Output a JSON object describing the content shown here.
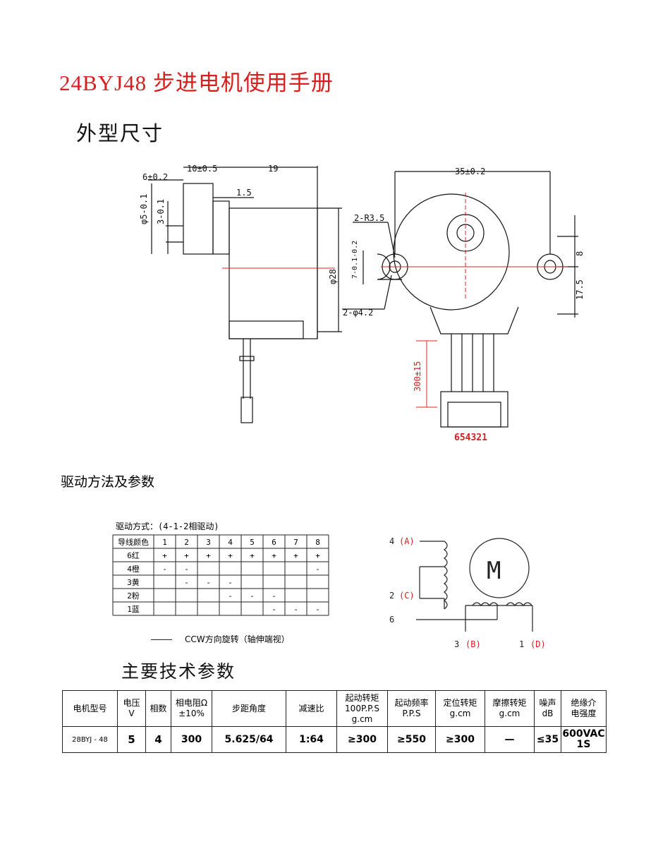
{
  "document": {
    "title": "24BYJ48  步进电机使用手册",
    "section_dimensions": "外型尺寸",
    "section_drive": "驱动方法及参数",
    "section_params": "主要技术参数"
  },
  "drawing": {
    "dims": {
      "d1": "6±0.2",
      "d2": "10±0.5",
      "d3": "19",
      "d4": "1.5",
      "d5": "φ5-0.1",
      "d6": "3-0.1",
      "d7": "φ28",
      "d8": "35±0.2",
      "d9": "2-R3.5",
      "d10": "7-0.1-0.2",
      "d11": "2-φ4.2",
      "d12": "8",
      "d13": "17.5",
      "d14": "300±15",
      "connector": "654321"
    },
    "colors": {
      "outline": "#111111",
      "centerline": "#e02020",
      "dim_red": "#d02020"
    }
  },
  "drive": {
    "caption": "驱动方式：(4-1-2相驱动)",
    "header": [
      "导线颜色",
      "1",
      "2",
      "3",
      "4",
      "5",
      "6",
      "7",
      "8"
    ],
    "rows": [
      [
        "6红",
        "+",
        "+",
        "+",
        "+",
        "+",
        "+",
        "+",
        "+"
      ],
      [
        "4橙",
        "-",
        "-",
        "",
        "",
        "",
        "",
        "",
        "-"
      ],
      [
        "3黄",
        "",
        "-",
        "-",
        "-",
        "",
        "",
        "",
        ""
      ],
      [
        "2粉",
        "",
        "",
        "",
        "-",
        "-",
        "-",
        "",
        ""
      ],
      [
        "1蓝",
        "",
        "",
        "",
        "",
        "",
        "-",
        "-",
        "-"
      ]
    ],
    "note": "CCW方向旋转（轴伸端视）",
    "wiring": {
      "motor": "M",
      "w4": "4",
      "w4c": "(A)",
      "w2": "2",
      "w2c": "(C)",
      "w6": "6",
      "w3": "3",
      "w3c": "(B)",
      "w1": "1",
      "w1c": "(D)"
    }
  },
  "specs": {
    "headers": [
      "电机型号",
      "电压\nV",
      "相数",
      "相电阻Ω\n±10%",
      "步距角度",
      "减速比",
      "起动转矩\n100P.P.S\ng.cm",
      "起动频率\nP.P.S",
      "定位转矩\ng.cm",
      "摩擦转矩\ng.cm",
      "噪声\ndB",
      "绝缘介\n电强度"
    ],
    "row": [
      "28BYJ - 48",
      "5",
      "4",
      "300",
      "5.625/64",
      "1:64",
      "≥300",
      "≥550",
      "≥300",
      "—",
      "≤35",
      "600VAC\n1S"
    ]
  }
}
